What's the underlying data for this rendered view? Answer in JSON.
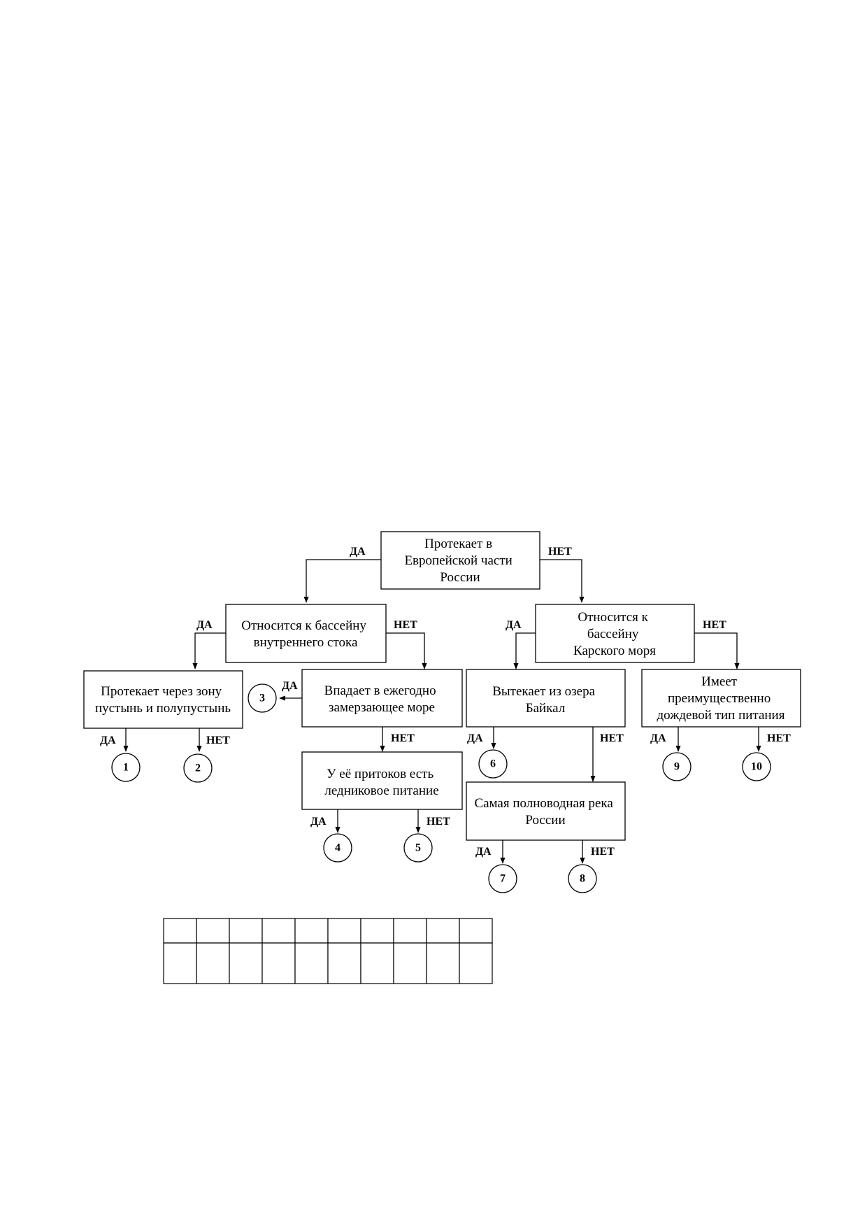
{
  "nodes": {
    "root": [
      "Протекает в",
      "Европейской части",
      "России"
    ],
    "inland_basin": [
      "Относится к бассейну",
      "внутреннего стока"
    ],
    "kara_basin": [
      "Относится к",
      "бассейну",
      "Карского моря"
    ],
    "deserts": [
      "Протекает через зону",
      "пустынь и полупустынь"
    ],
    "freezing_sea": [
      "Впадает в ежегодно",
      "замерзающее море"
    ],
    "baikal": [
      "Вытекает из озера",
      "Байкал"
    ],
    "rain_fed": [
      "Имеет",
      "преимущественно",
      "дождевой тип питания"
    ],
    "glacial": [
      "У её притоков есть",
      "ледниковое питание"
    ],
    "full_flowing": [
      "Самая полноводная река",
      "России"
    ]
  },
  "labels": {
    "yes": "ДА",
    "no": "НЕТ"
  },
  "answers": [
    "1",
    "2",
    "3",
    "4",
    "5",
    "6",
    "7",
    "8",
    "9",
    "10"
  ],
  "answer_table": {
    "columns": 10,
    "rows": 2
  }
}
